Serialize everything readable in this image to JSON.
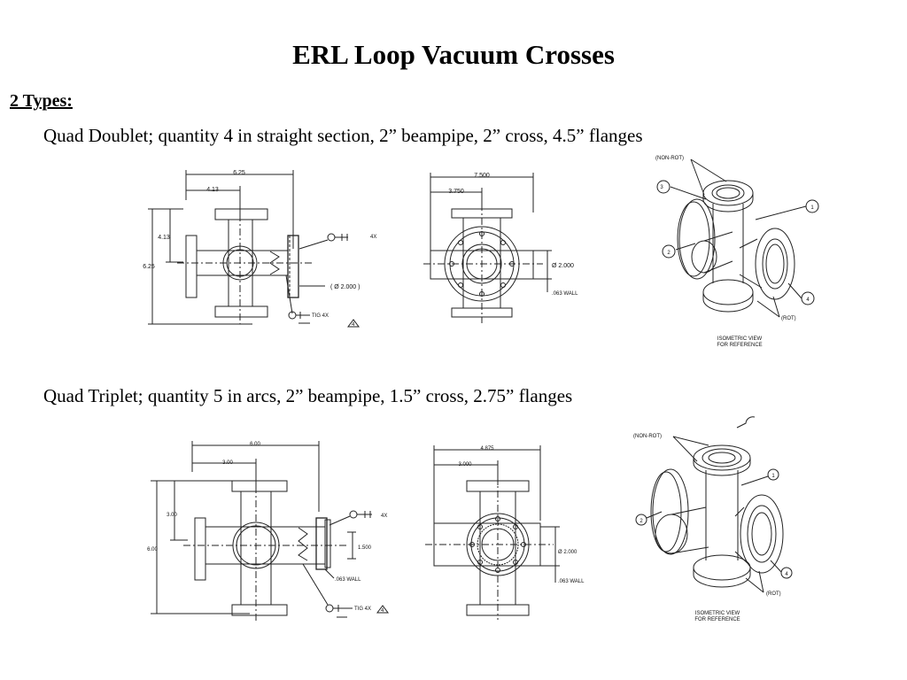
{
  "slide": {
    "title": "ERL Loop Vacuum Crosses",
    "types_heading": "2 Types:",
    "doublet_line": "Quad Doublet; quantity 4 in straight section, 2” beampipe, 2” cross, 4.5” flanges",
    "triplet_line": "Quad Triplet; quantity 5 in arcs, 2” beampipe, 1.5” cross, 2.75” flanges"
  },
  "doublet": {
    "side": {
      "dim_overall": "6.25",
      "dim_half": "4.13",
      "dim_left_height": "4.13",
      "dim_left_total": "6.25",
      "note_4x": "4X",
      "note_dia": "( Ø 2.000 )",
      "note_tig": "TIG 4X",
      "note_tri": "4"
    },
    "front": {
      "dim_overall": "7.500",
      "dim_half": "3.750",
      "note_dia": "Ø 2.000",
      "note_wall": ".063  WALL"
    },
    "iso": {
      "label_nonrot": "(NON-ROT)",
      "label_rot": "(ROT)",
      "n1": "1",
      "n2": "2",
      "n3": "3",
      "n4": "4",
      "caption_1": "ISOMETRIC VIEW",
      "caption_2": "FOR REFERENCE"
    }
  },
  "triplet": {
    "side": {
      "dim_overall": "6.00",
      "dim_half": "3.00",
      "dim_left_height": "3.00",
      "dim_left_total": "6.00",
      "note_4x": "4X",
      "note_1500": "1.500",
      "note_wall": ".063  WALL",
      "note_tig": "TIG 4X",
      "note_tri": "4"
    },
    "front": {
      "dim_overall": "4.875",
      "dim_half": "3.000",
      "note_dia": "Ø 2.000",
      "note_wall": ".063  WALL"
    },
    "iso": {
      "label_nonrot": "(NON-ROT)",
      "label_rot": "(ROT)",
      "n1": "1",
      "n2": "2",
      "n4": "4",
      "caption_1": "ISOMETRIC VIEW",
      "caption_2": "FOR REFERENCE"
    }
  }
}
